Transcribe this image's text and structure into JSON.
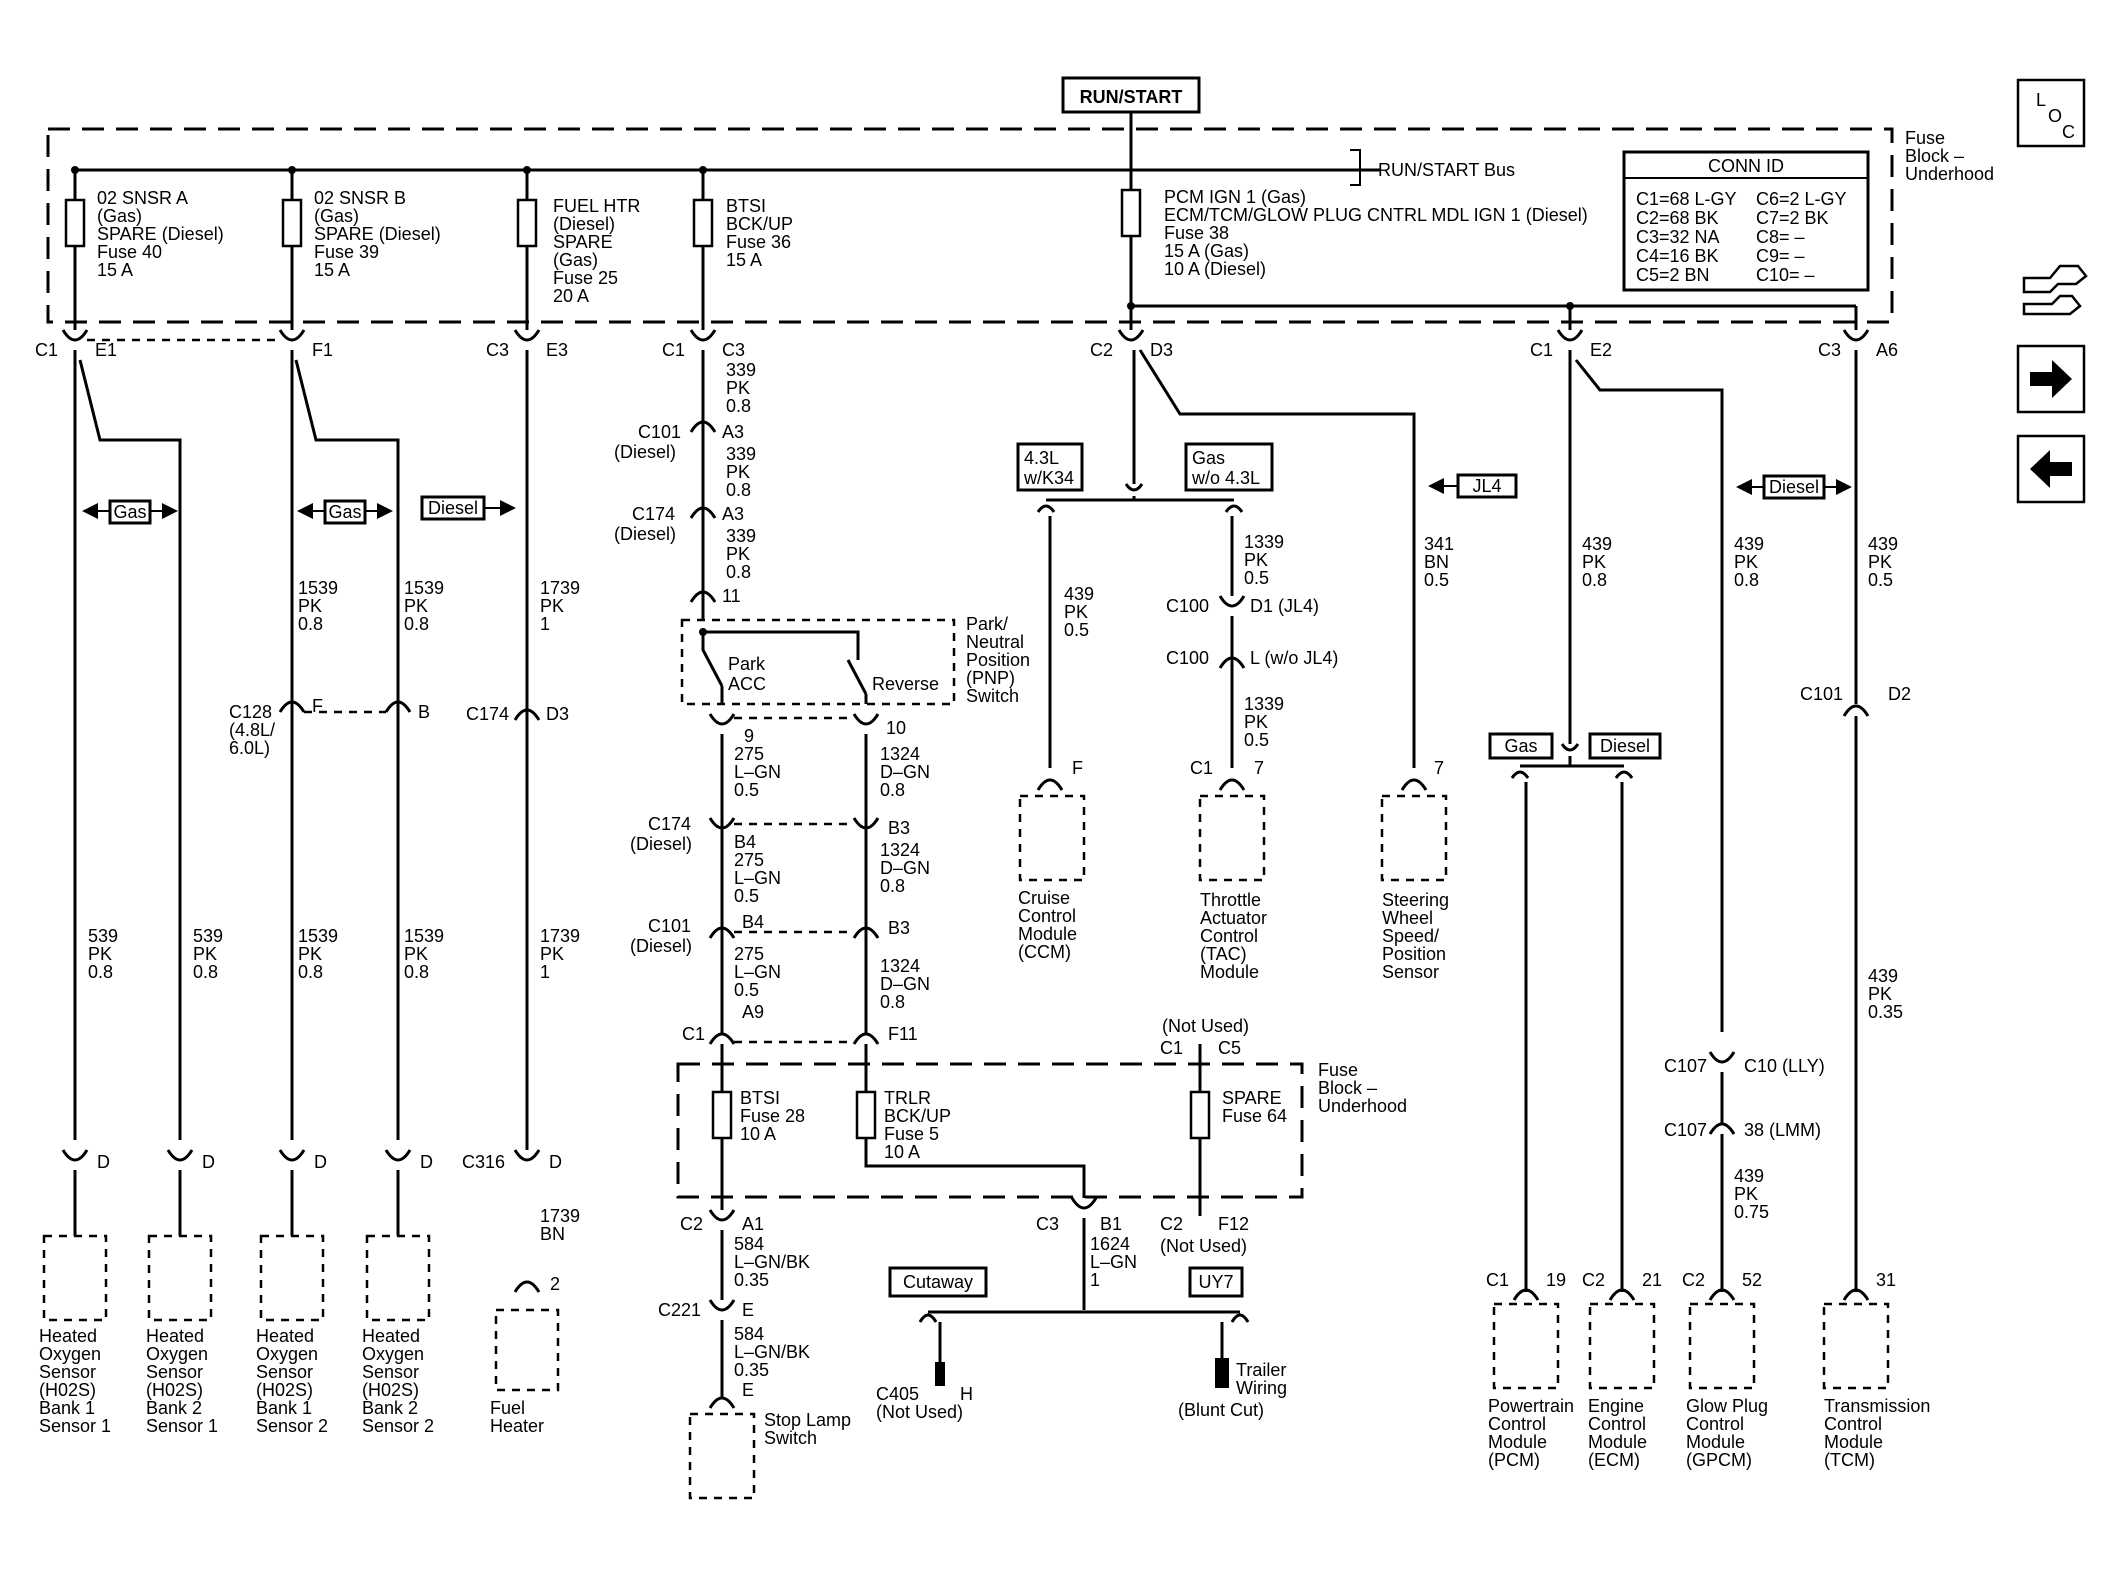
{
  "run_start": "RUN/START",
  "run_start_bus": "RUN/START Bus",
  "fuse_block_top": [
    "Fuse",
    "Block –",
    "Underhood"
  ],
  "fuse_block_mid": [
    "Fuse",
    "Block –",
    "Underhood"
  ],
  "conn_id": {
    "title": "CONN ID",
    "left": [
      "C1=68 L-GY",
      "C2=68 BK",
      "C3=32 NA",
      "C4=16 BK",
      "C5=2 BN"
    ],
    "right": [
      "C6=2 L-GY",
      "C7=2 BK",
      "C8= –",
      "C9= –",
      "C10= –"
    ]
  },
  "fuses_top": [
    [
      "02 SNSR A",
      "(Gas)",
      "SPARE (Diesel)",
      "Fuse 40",
      "15 A"
    ],
    [
      "02 SNSR B",
      "(Gas)",
      "SPARE (Diesel)",
      "Fuse 39",
      "15 A"
    ],
    [
      "FUEL HTR",
      "(Diesel)",
      "SPARE",
      "(Gas)",
      "Fuse 25",
      "20 A"
    ],
    [
      "BTSI",
      "BCK/UP",
      "Fuse 36",
      "15 A"
    ],
    [
      "PCM IGN 1 (Gas)",
      "ECM/TCM/GLOW PLUG CNTRL MDL IGN 1 (Diesel)",
      "Fuse 38",
      "15 A (Gas)",
      "10 A (Diesel)"
    ]
  ],
  "fuses_mid": [
    [
      "BTSI",
      "Fuse 28",
      "10 A"
    ],
    [
      "TRLR",
      "BCK/UP",
      "Fuse 5",
      "10 A"
    ],
    [
      "SPARE",
      "Fuse 64"
    ]
  ],
  "top_connectors": [
    {
      "c": "C1",
      "p": "E1"
    },
    {
      "c": "",
      "p": "F1"
    },
    {
      "c": "C3",
      "p": "E3"
    },
    {
      "c": "C1",
      "p": "C3"
    },
    {
      "c": "C2",
      "p": "D3"
    },
    {
      "c": "C1",
      "p": "E2"
    },
    {
      "c": "C3",
      "p": "A6"
    }
  ],
  "option_tags": {
    "gas": "Gas",
    "diesel": "Diesel",
    "jl4": "JL4",
    "l43_k34": [
      "4.3L",
      "w/K34"
    ],
    "gas_wo_43": [
      "Gas",
      "w/o 4.3L"
    ],
    "cutaway": "Cutaway",
    "uy7": "UY7"
  },
  "wires": {
    "w539": [
      "539",
      "PK",
      "0.8"
    ],
    "w1539": [
      "1539",
      "PK",
      "0.8"
    ],
    "w1739": [
      "1739",
      "PK",
      "1"
    ],
    "w1739bn": [
      "1739",
      "BN"
    ],
    "w339": [
      "339",
      "PK",
      "0.8"
    ],
    "w275": [
      "275",
      "L–GN",
      "0.5"
    ],
    "w275b": [
      "9",
      "275",
      "L–GN",
      "0.5"
    ],
    "w1324": [
      "1324",
      "D–GN",
      "0.8"
    ],
    "w584": [
      "584",
      "L–GN/BK",
      "0.35"
    ],
    "w1624": [
      "1624",
      "L–GN",
      "1"
    ],
    "w439_05": [
      "439",
      "PK",
      "0.5"
    ],
    "w439_08": [
      "439",
      "PK",
      "0.8"
    ],
    "w439_035": [
      "439",
      "PK",
      "0.35"
    ],
    "w439_075": [
      "439",
      "PK",
      "0.75"
    ],
    "w1339": [
      "1339",
      "PK",
      "0.5"
    ],
    "w341": [
      "341",
      "BN",
      "0.5"
    ]
  },
  "connector_labels": {
    "c101_diesel": [
      "C101",
      "(Diesel)"
    ],
    "c174_diesel": [
      "C174",
      "(Diesel)"
    ],
    "c128": [
      "C128",
      "(4.8L/",
      "6.0L)"
    ],
    "c174": "C174",
    "c316": "C316",
    "c221": "C221",
    "c100": "C100",
    "c101": "C101",
    "c107": "C107",
    "c405": [
      "C405",
      "(Not Used)"
    ],
    "not_used": "(Not Used)",
    "d1_jl4": "D1 (JL4)",
    "l_wo_jl4": "L (w/o JL4)",
    "c10_lly": "C10 (LLY)",
    "p38_lmm": "38 (LMM)"
  },
  "pins": {
    "A3": "A3",
    "p11": "11",
    "p10": "10",
    "F": "F",
    "B": "B",
    "D3": "D3",
    "D": "D",
    "p2": "2",
    "B4": "B4",
    "B3": "B3",
    "A9": "A9",
    "F11": "F11",
    "C1": "C1",
    "C2": "C2",
    "C3": "C3",
    "C5": "C5",
    "A1": "A1",
    "E": "E",
    "B1": "B1",
    "F12": "F12",
    "H": "H",
    "p7": "7",
    "D2": "D2",
    "p19": "19",
    "p21": "21",
    "p52": "52",
    "p31": "31"
  },
  "pnp": {
    "label": [
      "Park/",
      "Neutral",
      "Position",
      "(PNP)",
      "Switch"
    ],
    "park": "Park",
    "acc": "ACC",
    "reverse": "Reverse"
  },
  "components": {
    "ho2s_b1s1": [
      "Heated",
      "Oxygen",
      "Sensor",
      "(H02S)",
      "Bank 1",
      "Sensor 1"
    ],
    "ho2s_b2s1": [
      "Heated",
      "Oxygen",
      "Sensor",
      "(H02S)",
      "Bank 2",
      "Sensor 1"
    ],
    "ho2s_b1s2": [
      "Heated",
      "Oxygen",
      "Sensor",
      "(H02S)",
      "Bank 1",
      "Sensor 2"
    ],
    "ho2s_b2s2": [
      "Heated",
      "Oxygen",
      "Sensor",
      "(H02S)",
      "Bank 2",
      "Sensor 2"
    ],
    "fuel_heater": [
      "Fuel",
      "Heater"
    ],
    "stop_lamp": [
      "Stop Lamp",
      "Switch"
    ],
    "trailer": [
      "Trailer",
      "Wiring"
    ],
    "blunt_cut": "(Blunt Cut)",
    "ccm": [
      "Cruise",
      "Control",
      "Module",
      "(CCM)"
    ],
    "tac": [
      "Throttle",
      "Actuator",
      "Control",
      "(TAC)",
      "Module"
    ],
    "swsp": [
      "Steering",
      "Wheel",
      "Speed/",
      "Position",
      "Sensor"
    ],
    "pcm": [
      "Powertrain",
      "Control",
      "Module",
      "(PCM)"
    ],
    "ecm": [
      "Engine",
      "Control",
      "Module",
      "(ECM)"
    ],
    "gpcm": [
      "Glow Plug",
      "Control",
      "Module",
      "(GPCM)"
    ],
    "tcm": [
      "Transmission",
      "Control",
      "Module",
      "(TCM)"
    ]
  },
  "nav": {
    "loc_letters": [
      "L",
      "O",
      "C"
    ]
  }
}
